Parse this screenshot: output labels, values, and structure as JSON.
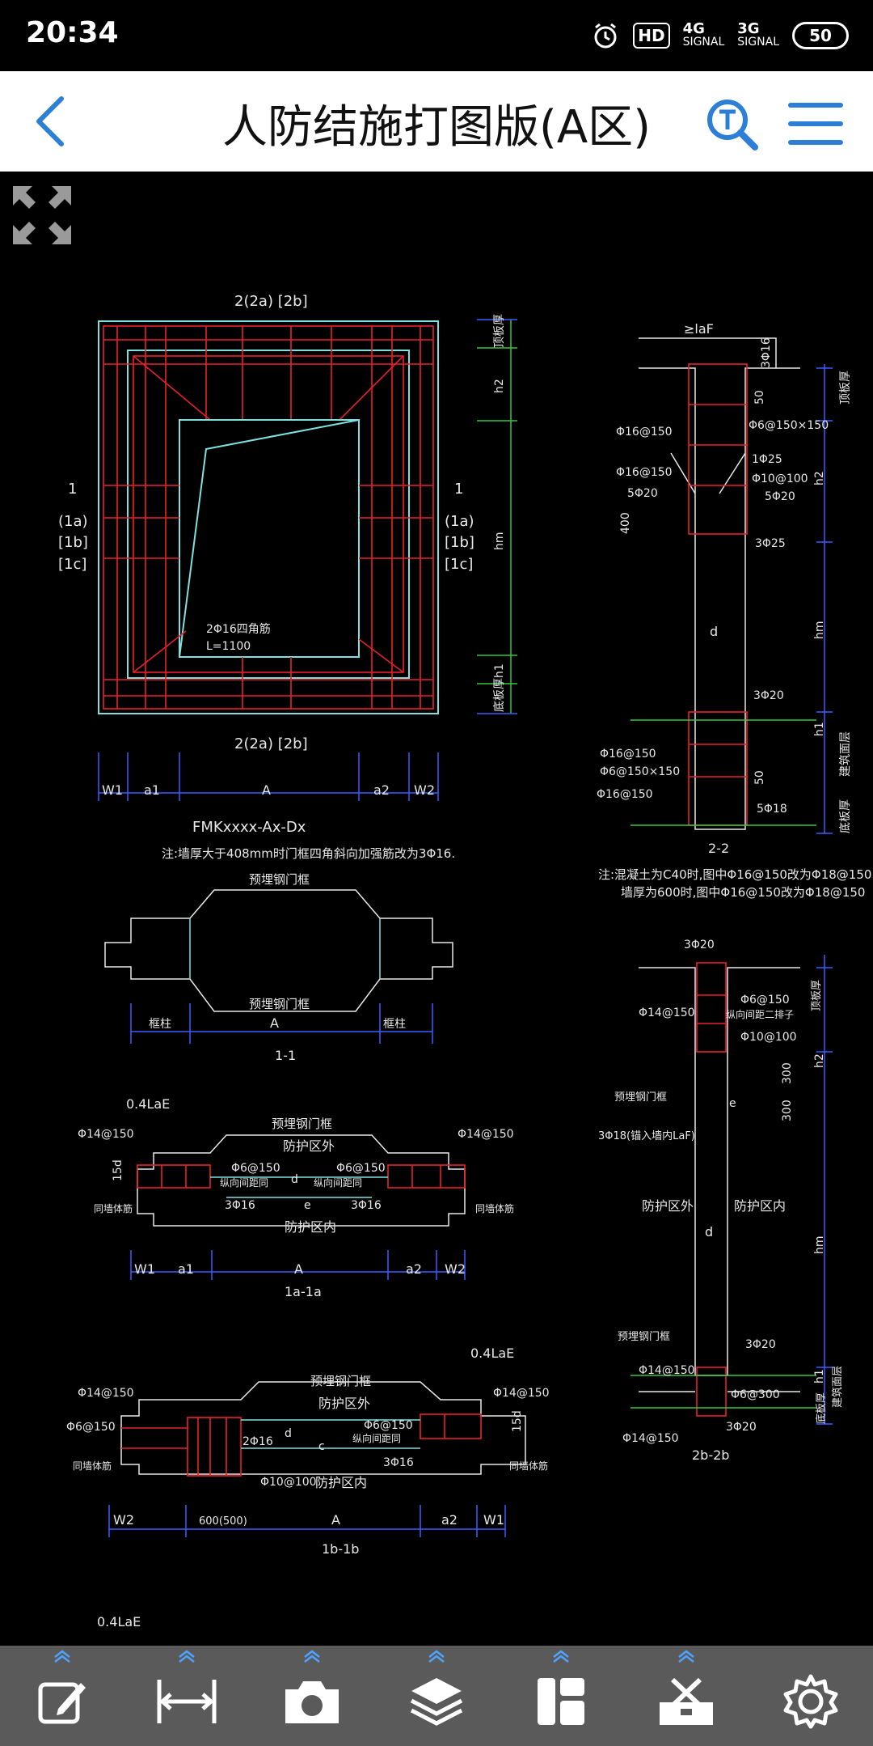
{
  "status_bar": {
    "time": "20:34",
    "hd": "HD",
    "network1": "4G",
    "signal1": "SIGNAL",
    "network2": "3G",
    "signal2": "SIGNAL",
    "battery": "50"
  },
  "header": {
    "title": "人防结施打图版(A区)"
  },
  "drawing": {
    "sec_top_label": "2(2a)  [2b]",
    "sec_bottom_label": "2(2a)  [2b]",
    "left_marks": [
      "1",
      "(1a)",
      "[1b]",
      "[1c]"
    ],
    "right_marks": [
      "1",
      "(1a)",
      "[1b]",
      "[1c]"
    ],
    "right_dims": [
      "顶板厚",
      "h2",
      "hm",
      "h1",
      "底板厚"
    ],
    "door_note": "2Φ16四角筋",
    "door_note2": "L=1100",
    "dim_row": [
      "W1",
      "a1",
      "A",
      "a2",
      "W2"
    ],
    "fmk_label": "FMKxxxx-Ax-Dx",
    "fmk_note": "注:墙厚大于408mm时门框四角斜向加强筋改为3Φ16.",
    "s22_labels": [
      "≥laF",
      "3Φ16",
      "Φ16@150",
      "Φ6@150×150",
      "Φ16@150",
      "1Φ25",
      "Φ10@100",
      "5Φ20",
      "5Φ20",
      "400",
      "3Φ25",
      "d",
      "3Φ20",
      "Φ16@150",
      "Φ6@150×150",
      "Φ16@150",
      "5Φ18",
      "50",
      "50"
    ],
    "s22_right": [
      "顶板厚",
      "h2",
      "hm",
      "h1",
      "建筑面层",
      "底板厚"
    ],
    "s22_title": "2-2",
    "s22_note1": "注:混凝土为C40时,图中Φ16@150改为Φ18@150",
    "s22_note2": "墙厚为600时,图中Φ16@150改为Φ18@150",
    "s11_top": "预埋钢门框",
    "s11_bottom": "预埋钢门框",
    "s11_dims": [
      "框柱",
      "A",
      "框柱"
    ],
    "s11_title": "1-1",
    "s1a_labels": [
      "0.4LaE",
      "预埋钢门框",
      "防护区外",
      "Φ14@150",
      "Φ14@150",
      "15d",
      "Φ6@150",
      "Φ6@150",
      "纵向间距同",
      "纵向间距同",
      "d",
      "3Φ16",
      "3Φ16",
      "e",
      "防护区内",
      "同墙体筋",
      "同墙体筋"
    ],
    "s1a_dims": [
      "W1",
      "a1",
      "A",
      "a2",
      "W2"
    ],
    "s1a_title": "1a-1a",
    "s1b_labels": [
      "0.4LaE",
      "预埋钢门框",
      "防护区外",
      "Φ14@150",
      "Φ14@150",
      "Φ6@150",
      "Φ6@150",
      "纵向间距同",
      "2Φ16",
      "d",
      "c",
      "3Φ16",
      "15d",
      "Φ10@100",
      "防护区内",
      "同墙体筋",
      "同墙体筋"
    ],
    "s1b_dims": [
      "W2",
      "600(500)",
      "A",
      "a2",
      "W1"
    ],
    "s1b_title": "1b-1b",
    "s2b_labels": [
      "3Φ20",
      "Φ6@150",
      "Φ14@150",
      "纵向间距二排子",
      "Φ10@100",
      "预埋钢门框",
      "3Φ18(锚入墙内LaF)",
      "e",
      "防护区外",
      "防护区内",
      "d",
      "预埋钢门框",
      "3Φ20",
      "Φ14@150",
      "Φ6@300",
      "3Φ20",
      "Φ14@150",
      "300",
      "300"
    ],
    "s2b_right": [
      "顶板厚",
      "h2",
      "hm",
      "h1",
      "建筑面层",
      "底板厚"
    ],
    "s2b_title": "2b-2b",
    "bottom_partial": "0.4LaE"
  },
  "colors": {
    "cad_red": "#e8202a",
    "cad_cyan": "#7fe0e0",
    "cad_blue": "#3a5cff",
    "cad_green": "#35c83a",
    "cad_white": "#e8e8e8",
    "accent_blue": "#2c7fd6",
    "toolbar_bg": "#5a5a5a"
  },
  "toolbar": {
    "items": [
      "edit-icon",
      "measure-icon",
      "camera-icon",
      "layers-icon",
      "layout-icon",
      "tools-icon",
      "settings-icon"
    ]
  }
}
